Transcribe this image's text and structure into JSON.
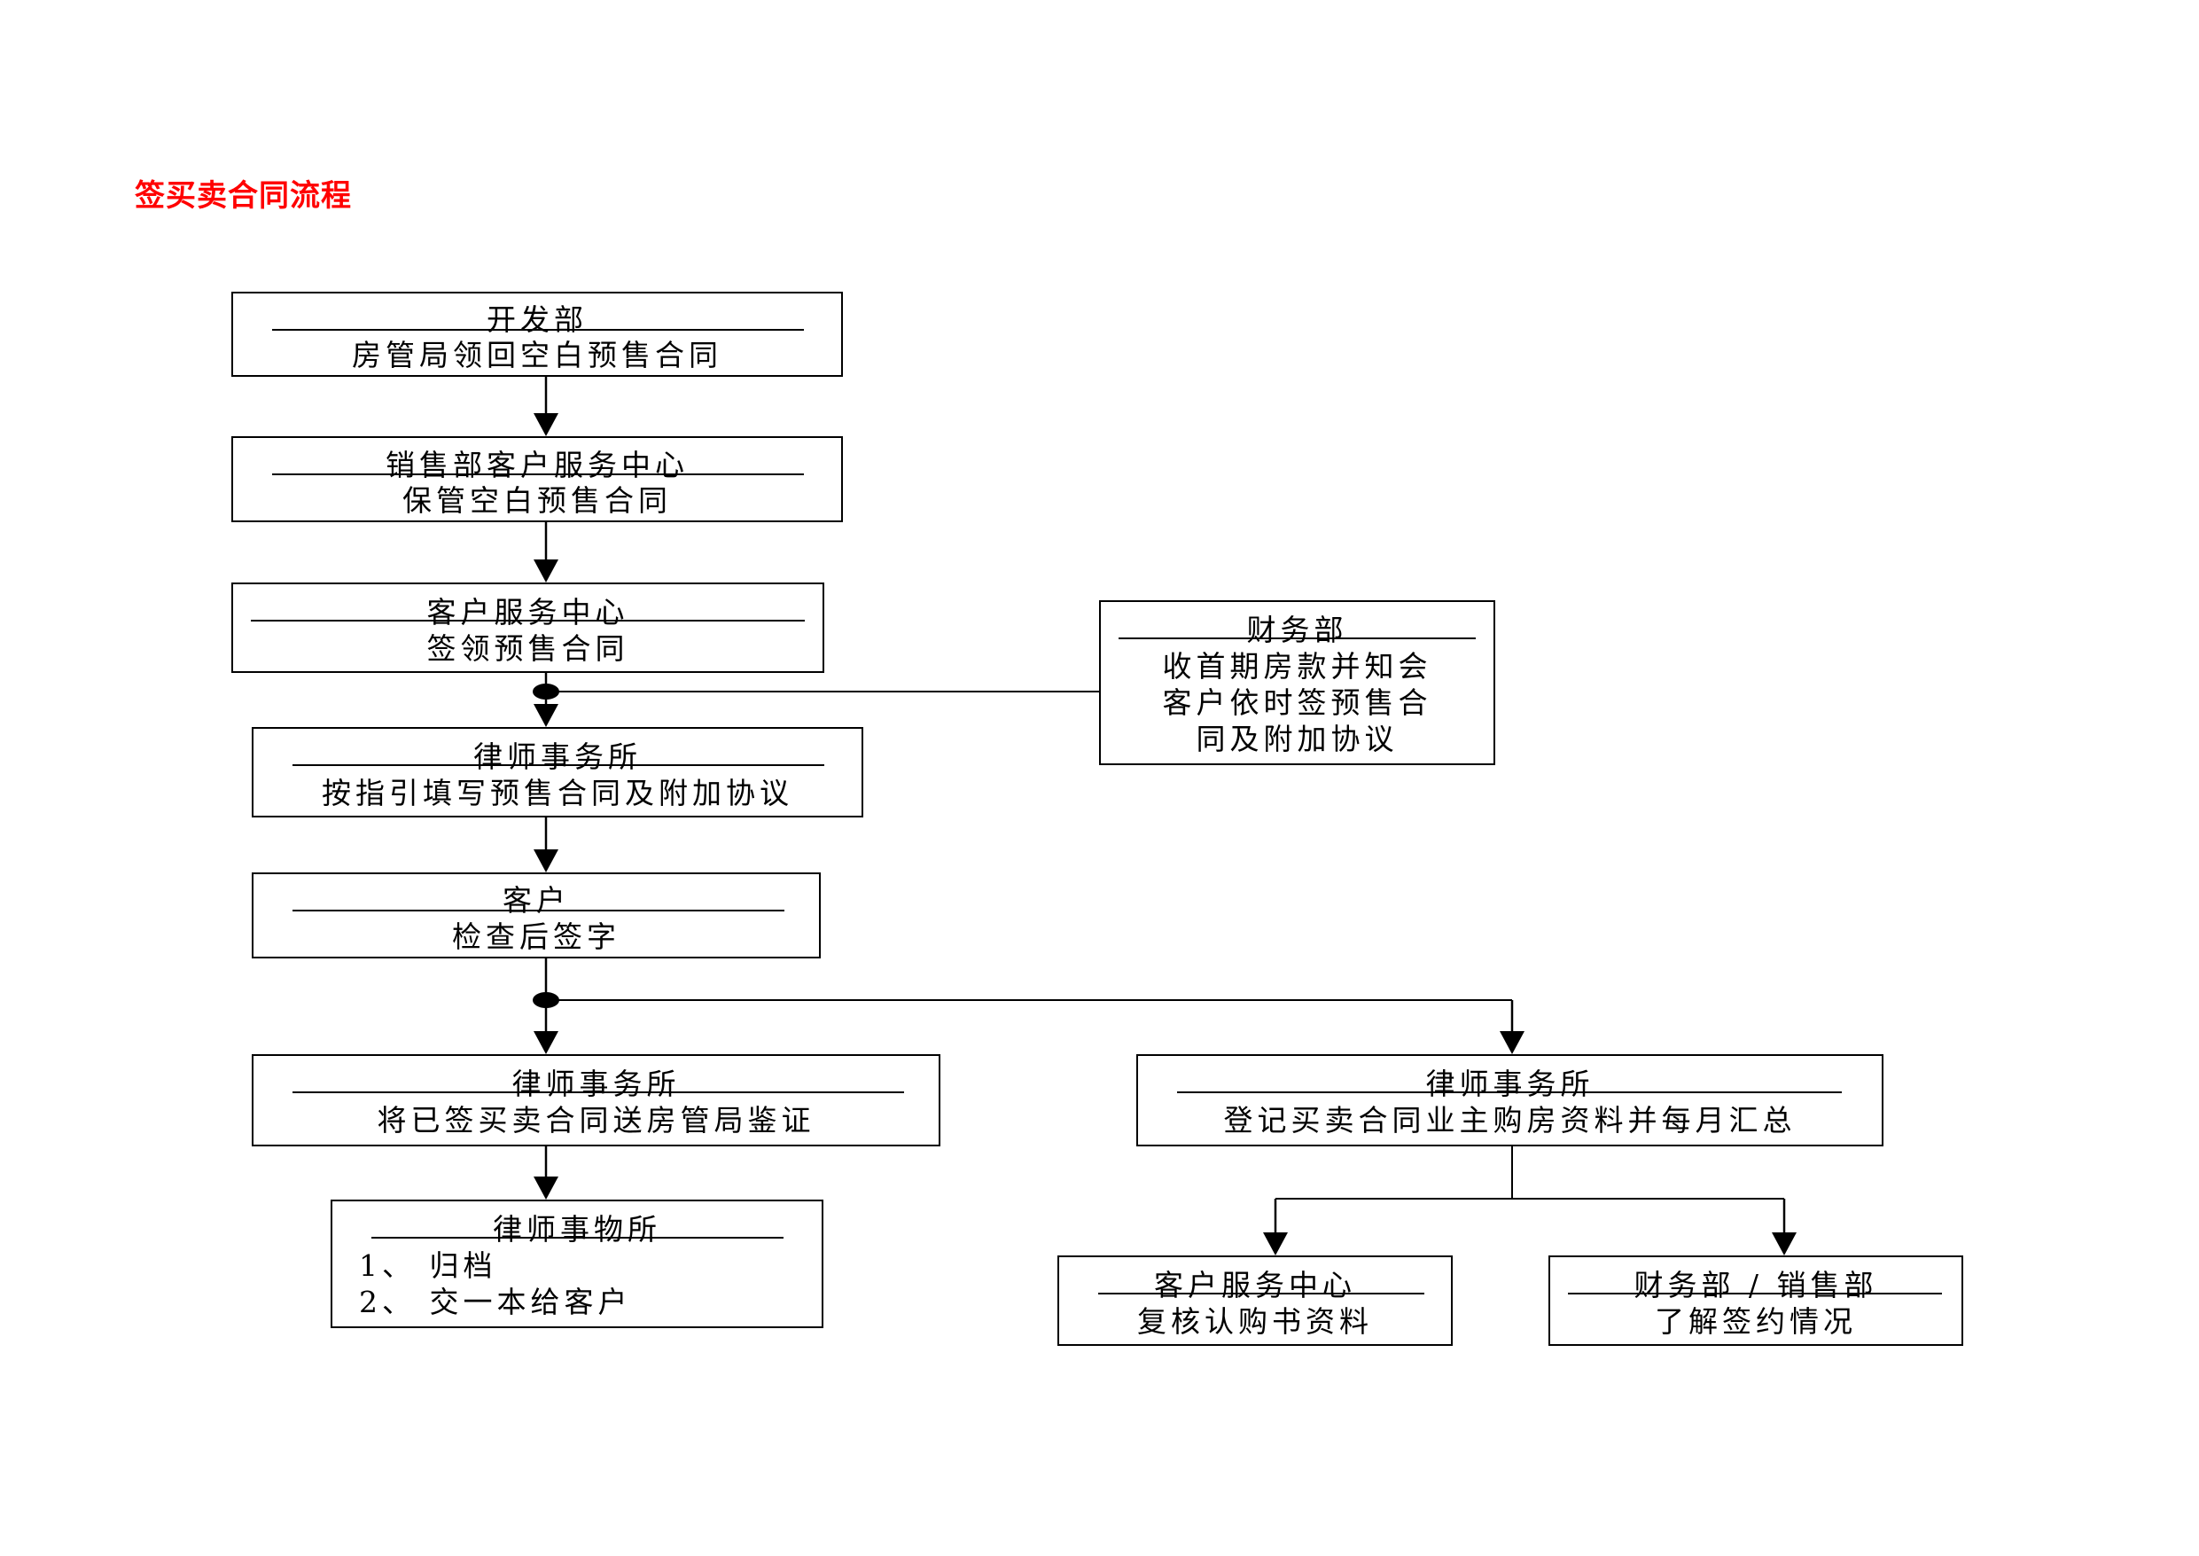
{
  "title": "签买卖合同流程",
  "nodes": {
    "developer": {
      "header": "开发部",
      "lines": [
        "房管局领回空白预售合同"
      ]
    },
    "sales_service": {
      "header": "销售部客户服务中心",
      "lines": [
        "保管空白预售合同"
      ]
    },
    "customer_service_sign": {
      "header": "客户服务中心",
      "lines": [
        "签领预售合同"
      ]
    },
    "finance": {
      "header": "财务部",
      "lines": [
        "收首期房款并知会",
        "客户依时签预售合",
        "同及附加协议"
      ]
    },
    "law_fill": {
      "header": "律师事务所",
      "lines": [
        "按指引填写预售合同及附加协议"
      ]
    },
    "customer": {
      "header": "客户",
      "lines": [
        "检查后签字"
      ]
    },
    "law_notarize": {
      "header": "律师事务所",
      "lines": [
        "将已签买卖合同送房管局鉴证"
      ]
    },
    "law_register": {
      "header": "律师事务所",
      "lines": [
        "登记买卖合同业主购房资料并每月汇总"
      ]
    },
    "law_archive": {
      "header": "律师事物所",
      "lines": [
        "1、  归档",
        "2、  交一本给客户"
      ]
    },
    "service_review": {
      "header": "客户服务中心",
      "lines": [
        "复核认购书资料"
      ]
    },
    "finance_sales": {
      "header": "财务部 / 销售部",
      "lines": [
        "了解签约情况"
      ]
    }
  }
}
